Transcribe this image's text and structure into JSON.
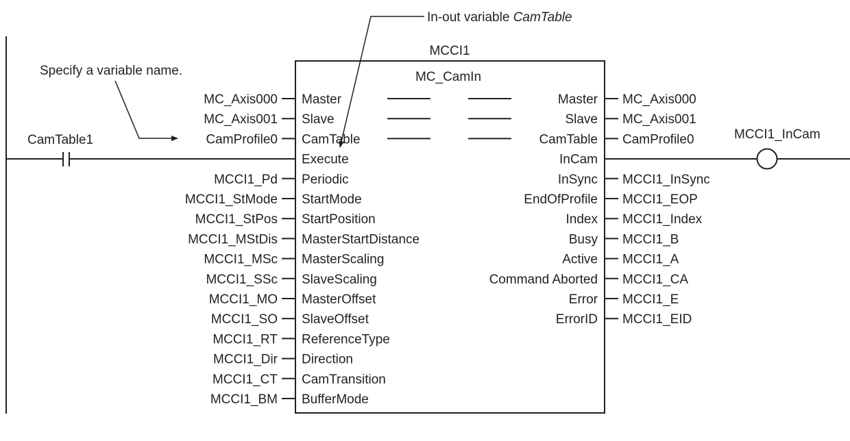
{
  "diagram": {
    "instance_name": "MCCI1",
    "function_block": "MC_CamIn",
    "annotation_inout_prefix": "In-out variable ",
    "annotation_inout_var": "CamTable",
    "annotation_specify": "Specify a variable name.",
    "contact_label": "CamTable1",
    "coil_label": "MCCI1_InCam",
    "inputs": [
      {
        "var": "MC_Axis000",
        "pin": "Master"
      },
      {
        "var": "MC_Axis001",
        "pin": "Slave"
      },
      {
        "var": "CamProfile0",
        "pin": "CamTable"
      },
      {
        "var": "",
        "pin": "Execute"
      },
      {
        "var": "MCCI1_Pd",
        "pin": "Periodic"
      },
      {
        "var": "MCCI1_StMode",
        "pin": "StartMode"
      },
      {
        "var": "MCCI1_StPos",
        "pin": "StartPosition"
      },
      {
        "var": "MCCI1_MStDis",
        "pin": "MasterStartDistance"
      },
      {
        "var": "MCCI1_MSc",
        "pin": "MasterScaling"
      },
      {
        "var": "MCCI1_SSc",
        "pin": "SlaveScaling"
      },
      {
        "var": "MCCI1_MO",
        "pin": "MasterOffset"
      },
      {
        "var": "MCCI1_SO",
        "pin": "SlaveOffset"
      },
      {
        "var": "MCCI1_RT",
        "pin": "ReferenceType"
      },
      {
        "var": "MCCI1_Dir",
        "pin": "Direction"
      },
      {
        "var": "MCCI1_CT",
        "pin": "CamTransition"
      },
      {
        "var": "MCCI1_BM",
        "pin": "BufferMode"
      }
    ],
    "outputs": [
      {
        "pin": "Master",
        "var": "MC_Axis000"
      },
      {
        "pin": "Slave",
        "var": "MC_Axis001"
      },
      {
        "pin": "CamTable",
        "var": "CamProfile0"
      },
      {
        "pin": "InCam",
        "var": ""
      },
      {
        "pin": "InSync",
        "var": "MCCI1_InSync"
      },
      {
        "pin": "EndOfProfile",
        "var": "MCCI1_EOP"
      },
      {
        "pin": "Index",
        "var": "MCCI1_Index"
      },
      {
        "pin": "Busy",
        "var": "MCCI1_B"
      },
      {
        "pin": "Active",
        "var": "MCCI1_A"
      },
      {
        "pin": "Command Aborted",
        "var": "MCCI1_CA"
      },
      {
        "pin": "Error",
        "var": "MCCI1_E"
      },
      {
        "pin": "ErrorID",
        "var": "MCCI1_EID"
      }
    ]
  }
}
